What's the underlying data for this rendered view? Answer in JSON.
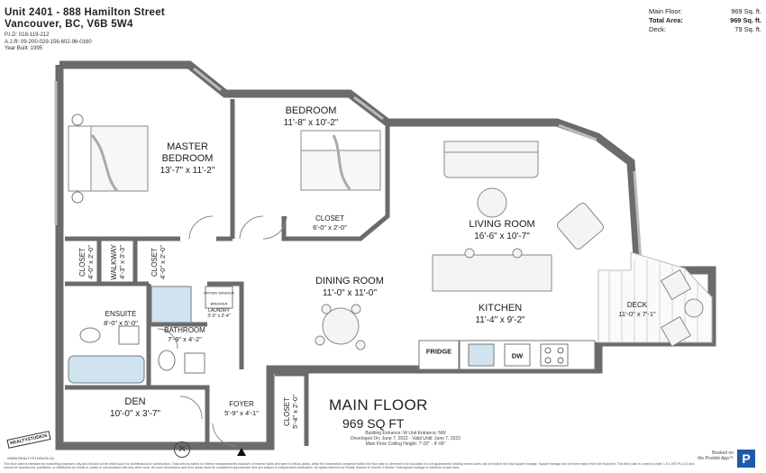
{
  "header": {
    "address_line1": "Unit 2401  - 888 Hamilton Street",
    "address_line2": "Vancouver, BC, V6B 5W4",
    "pid": "P.I.D: 018-119-212",
    "ajr": "A.J.R: 09-200-029-156-602-96-0160",
    "year_built": "Year Built: 1995"
  },
  "areas": [
    {
      "label": "Main Floor:",
      "value": "969 Sq. ft.",
      "bold": false
    },
    {
      "label": "Total Area:",
      "value": "969 Sq. ft.",
      "bold": true
    },
    {
      "label": "Deck:",
      "value": "79 Sq. ft.",
      "bold": false
    }
  ],
  "rooms": {
    "master": {
      "name1": "MASTER",
      "name2": "BEDROOM",
      "dim": "13'-7\" x 11'-2\""
    },
    "bedroom": {
      "name": "BEDROOM",
      "dim": "11'-8\" x 10'-2\""
    },
    "bedroom_closet": {
      "name": "CLOSET",
      "dim": "6'-0\" x 2'-0\""
    },
    "living": {
      "name": "LIVING ROOM",
      "dim": "16'-6\" x 10'-7\""
    },
    "dining": {
      "name": "DINING ROOM",
      "dim": "11'-0\" x 11'-0\""
    },
    "kitchen": {
      "name": "KITCHEN",
      "dim": "11'-4\" x 9'-2\""
    },
    "deck": {
      "name": "DECK",
      "dim": "11'-0\" x 7'-1\""
    },
    "ensuite": {
      "name": "ENSUITE",
      "dim": "8'-0\" x 5'-0\""
    },
    "bathroom": {
      "name": "BATHROOM",
      "dim": "7'-9\" x 4'-2\""
    },
    "laundry": {
      "name": "LAUNDRY",
      "dim": "3'-0\" x 2'-4\""
    },
    "den": {
      "name": "DEN",
      "dim": "10'-0\" x 3'-7\""
    },
    "foyer": {
      "name": "FOYER",
      "dim": "5'-9\" x 4'-1\""
    },
    "closet_left1": {
      "name": "CLOSET",
      "dim": "4'-0\" x 2'-0\""
    },
    "walkway": {
      "name": "WALKWAY",
      "dim": "4'-3\" x 3'-3\""
    },
    "closet_left2": {
      "name": "CLOSET",
      "dim": "4'-0\" x 2'-0\""
    },
    "closet_foyer": {
      "name": "CLOSET",
      "dim": "5'-4\" x 2'-0\""
    }
  },
  "fixtures": {
    "fridge": "FRIDGE",
    "dw": "DW",
    "dryer_washer": "DRYER/ WASHER",
    "breaker": "BREAKER"
  },
  "plan": {
    "title": "MAIN FLOOR",
    "area": "969 SQ FT",
    "building_entrance": "Building Entrance: W     Unit Entrance: NW",
    "developed": "Developed On: June 7, 2022 - Valid Until: June 7, 2023",
    "ceiling": "Main Floor Ceiling Height: 7'-02\" - 8'-06\""
  },
  "footer": {
    "brand": "REALTYSTUDIOS",
    "brand_url": "WWW.REALTYSTUDIOS.CA",
    "booked1": "Booked on",
    "booked2": "the Poolink App™",
    "badge": "P",
    "disclaimer": "This floor plan is intended for marketing purposes only and should not be relied upon for architectural or construction. Total area is based on interior measurements inclusive of exterior walls and open to below areas, while the information contained within the floor plan is deemed to be accurate it is not guaranteed; bidding rooms sizes will not match the total square footage. Square footage has not been taken from the blueprint. This floor plan is covered under 1.8.1 (RS PLO.2) and cannot be reproduced, published, or distributed (in whole or parts) or incorporated with any other work. All room dimensions and floor areas must be considered approximate and are subject to independent verification. All rights reserved for Realty Studios & Growth X Media. Total square footage is inclusive of wall area."
  },
  "colors": {
    "wall": "#6b6b6b",
    "fixture_blue": "#cfe3f1",
    "badge": "#1e5aa8"
  }
}
